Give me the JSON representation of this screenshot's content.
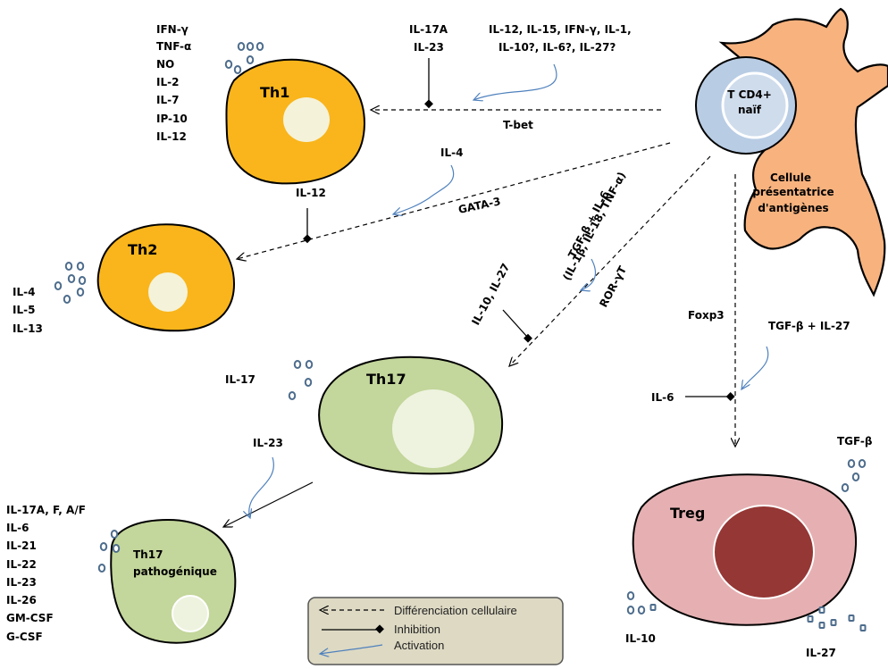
{
  "cells": {
    "naive": {
      "label_line1": "T CD4+",
      "label_line2": "naïf"
    },
    "apc": {
      "line1": "Cellule",
      "line2": "présentatrice",
      "line3": "d'antigènes"
    },
    "th1": {
      "label": "Th1"
    },
    "th2": {
      "label": "Th2"
    },
    "th17": {
      "label": "Th17"
    },
    "th17p": {
      "line1": "Th17",
      "line2": "pathogénique"
    },
    "treg": {
      "label": "Treg"
    }
  },
  "cytokines": {
    "th1": [
      "IFN-γ",
      "TNF-α",
      "NO",
      "IL-2",
      "IL-7",
      "IP-10",
      "IL-12"
    ],
    "th2": [
      "IL-4",
      "IL-5",
      "IL-13"
    ],
    "th17": "IL-17",
    "th17p": [
      "IL-17A, F, A/F",
      "IL-6",
      "IL-21",
      "IL-22",
      "IL-23",
      "IL-26",
      "GM-CSF",
      "G-CSF"
    ],
    "treg_tgf": "TGF-β",
    "treg_il10": "IL-10",
    "treg_il27": "IL-27"
  },
  "arrows": {
    "th1": {
      "inhibitor_1": "IL-17A",
      "inhibitor_2": "IL-23",
      "activators_1": "IL-12, IL-15, IFN-γ, IL-1,",
      "activators_2": "IL-10?, IL-6?, IL-27?",
      "factor": "T-bet"
    },
    "th2": {
      "inhibitor": "IL-12",
      "activator": "IL-4",
      "factor": "GATA-3"
    },
    "th17": {
      "inhibitor": "IL-10, IL-27",
      "activator_1": "TGF-β + IL-6",
      "activator_2": "(IL-1β, IL-18, TNF-α)",
      "factor": "ROR-γT"
    },
    "th17p": {
      "activator": "IL-23"
    },
    "treg": {
      "factor": "Foxp3",
      "activator": "TGF-β + IL-27",
      "inhibitor": "IL-6"
    }
  },
  "legend": {
    "differentiation": "Différenciation cellulaire",
    "inhibition": "Inhibition",
    "activation": "Activation"
  },
  "colors": {
    "th1_fill": "#f9b51b",
    "th17_fill": "#c3d69b",
    "treg_fill": "#e6b0b2",
    "treg_nucleus": "#953735",
    "naive_fill": "#b8cce4",
    "apc_fill": "#f7b27e",
    "nucleus_light": "#f4f2d9",
    "activation_line": "#4f81bd",
    "cytokine_blue": "#4d6c8c",
    "legend_bg": "#ddd9c3"
  }
}
